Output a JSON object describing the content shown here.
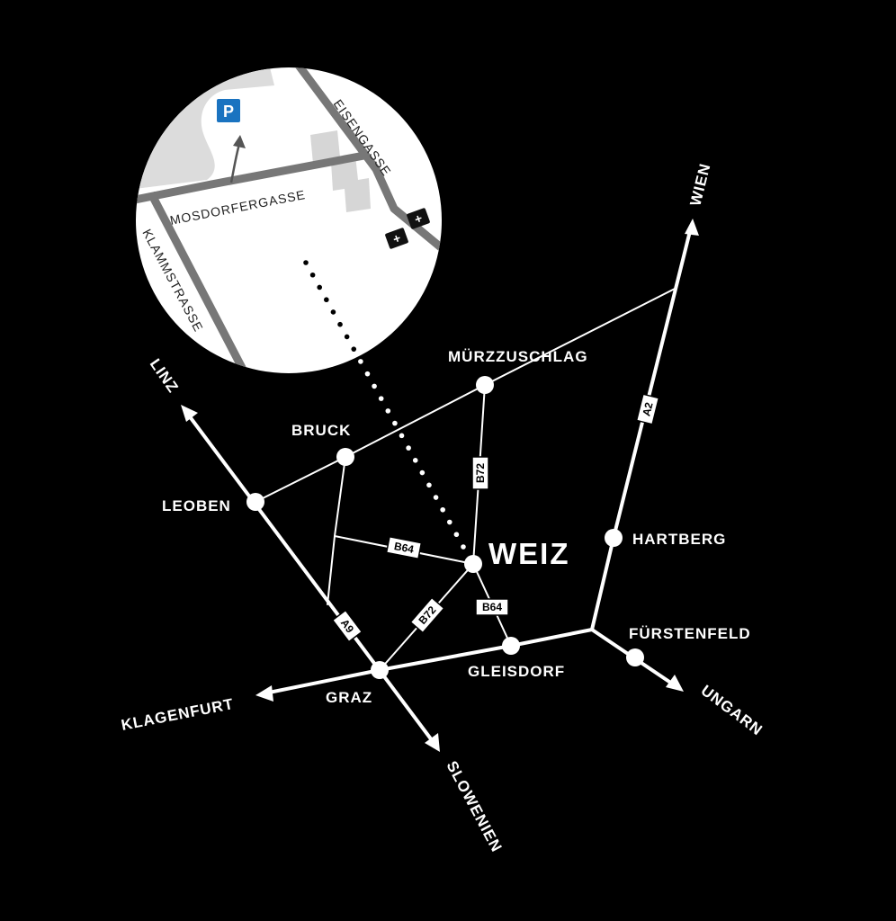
{
  "cities": {
    "weiz": "WEIZ",
    "muerzzuschlag": "MÜRZZUSCHLAG",
    "bruck": "BRUCK",
    "leoben": "LEOBEN",
    "hartberg": "HARTBERG",
    "fuerstenfeld": "FÜRSTENFELD",
    "gleisdorf": "GLEISDORF",
    "graz": "GRAZ"
  },
  "directions": {
    "linz": "LINZ",
    "wien": "WIEN",
    "klagenfurt": "KLAGENFURT",
    "slowenien": "SLOWENIEN",
    "ungarn": "UNGARN"
  },
  "roads": {
    "a2": "A2",
    "a9": "A9",
    "b72_north": "B72",
    "b72_south": "B72",
    "b64_west": "B64",
    "b64_south": "B64"
  },
  "inset": {
    "parking": "P",
    "streets": {
      "eisengasse": "EISENGASSE",
      "mosdorfergasse": "MOSDORFERGASSE",
      "klammstrasse": "KLAMMSTRASSE"
    },
    "plus_icons": [
      "+",
      "+"
    ]
  },
  "colors": {
    "background": "#000000",
    "roads": "#ffffff",
    "parking_sign": "#1a73c0",
    "inset_background": "#ffffff",
    "inset_streets": "#777777",
    "inset_buildings": "#d9d9d9"
  }
}
